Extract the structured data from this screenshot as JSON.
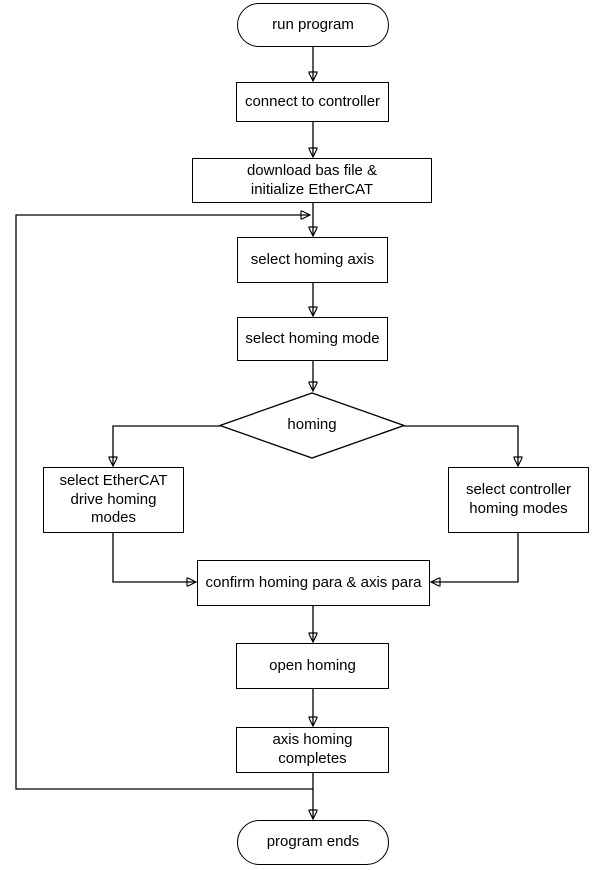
{
  "diagram": {
    "type": "flowchart",
    "colors": {
      "background": "#ffffff",
      "stroke": "#000000",
      "text": "#000000",
      "node_fill": "#ffffff"
    },
    "nodes": {
      "start": {
        "shape": "stadium",
        "label": "run program"
      },
      "connect": {
        "shape": "rect",
        "label": "connect to controller"
      },
      "download": {
        "shape": "rect",
        "label": "download bas file &\ninitialize EtherCAT"
      },
      "select_axis": {
        "shape": "rect",
        "label": "select homing axis"
      },
      "select_mode": {
        "shape": "rect",
        "label": "select homing mode"
      },
      "decision": {
        "shape": "diamond",
        "label": "homing"
      },
      "ethercat_modes": {
        "shape": "rect",
        "label": "select EtherCAT\ndrive homing\nmodes"
      },
      "controller_modes": {
        "shape": "rect",
        "label": "select controller\nhoming modes"
      },
      "confirm": {
        "shape": "rect",
        "label": "confirm homing para & axis para"
      },
      "open_homing": {
        "shape": "rect",
        "label": "open homing"
      },
      "homing_completes": {
        "shape": "rect",
        "label": "axis homing\ncompletes"
      },
      "end": {
        "shape": "stadium",
        "label": "program ends"
      }
    },
    "edges": [
      {
        "from": "start",
        "to": "connect"
      },
      {
        "from": "connect",
        "to": "download"
      },
      {
        "from": "download",
        "to": "select_axis"
      },
      {
        "from": "select_axis",
        "to": "select_mode"
      },
      {
        "from": "select_mode",
        "to": "decision"
      },
      {
        "from": "decision",
        "to": "ethercat_modes",
        "branch": "left"
      },
      {
        "from": "decision",
        "to": "controller_modes",
        "branch": "right"
      },
      {
        "from": "ethercat_modes",
        "to": "confirm"
      },
      {
        "from": "controller_modes",
        "to": "confirm"
      },
      {
        "from": "confirm",
        "to": "open_homing"
      },
      {
        "from": "open_homing",
        "to": "homing_completes"
      },
      {
        "from": "homing_completes",
        "to": "end"
      },
      {
        "from": "homing_completes",
        "to": "select_axis",
        "type": "loop-back"
      }
    ]
  }
}
